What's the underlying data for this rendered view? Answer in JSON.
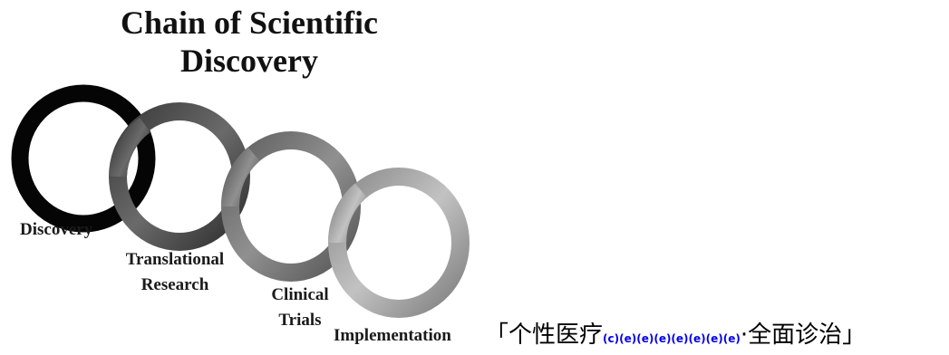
{
  "title": {
    "line1": "Chain of Scientific",
    "line2": "Discovery"
  },
  "stages": [
    {
      "label": "Discovery",
      "color": "#050505"
    },
    {
      "label": "Translational Research",
      "line1": "Translational",
      "line2": "Research",
      "color": "#4a4a4a"
    },
    {
      "label": "Clinical Trials",
      "line1": "Clinical",
      "line2": "Trials",
      "color": "#707070"
    },
    {
      "label": "Implementation",
      "color": "#969696"
    }
  ],
  "caption": {
    "open_bracket": "「",
    "prefix": "个性医疗",
    "mini": "(c)(e)(e)(e)(e)(e)(e)(e)",
    "suffix": "·全面诊治",
    "close_bracket": "」"
  }
}
